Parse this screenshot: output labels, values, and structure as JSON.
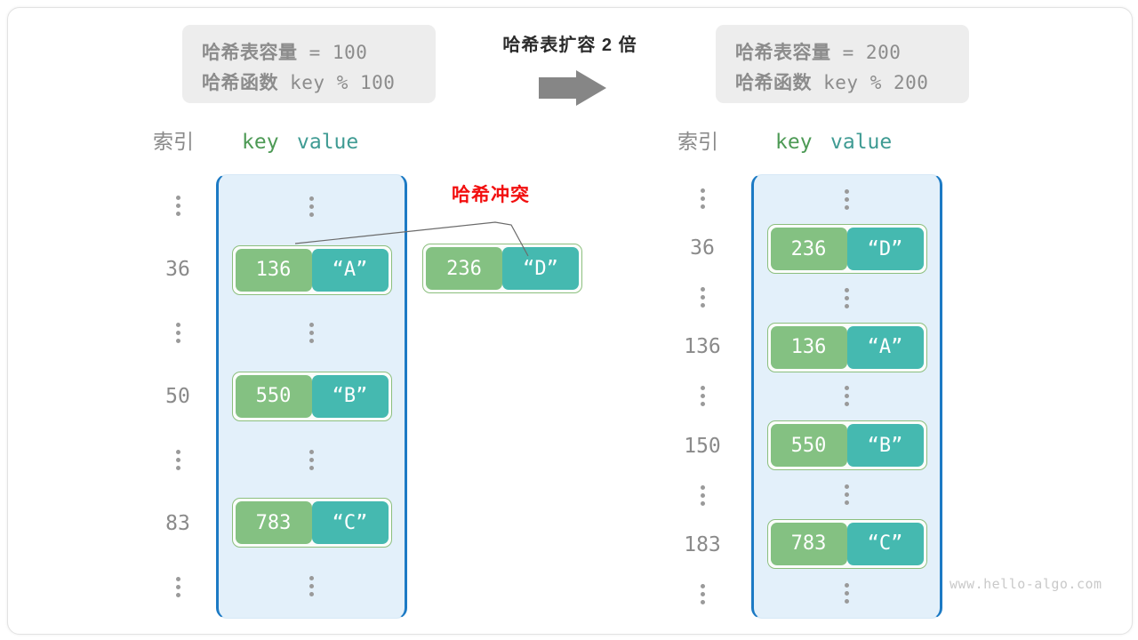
{
  "title": "哈希表扩容 2 倍",
  "colors": {
    "key_chip": "#84c182",
    "value_chip": "#45b9b0",
    "chip_border": "#8cbf7e",
    "table_bg": "#e3f0fa",
    "table_border": "#1c7ac4",
    "index_text": "#8a8a8a",
    "collision_red": "#f20f0f",
    "info_bg": "#ededed",
    "info_text": "#8c8c8c",
    "arrow_gray": "#868686",
    "watermark": "#c9c9c9"
  },
  "info_left": {
    "capacity_label": "哈希表容量",
    "capacity_expr": " = 100",
    "function_label": "哈希函数",
    "function_expr": " key % 100",
    "line1": "哈希表容量 = 100",
    "line2": "哈希函数 key % 100"
  },
  "info_right": {
    "capacity_label": "哈希表容量",
    "capacity_expr": " = 200",
    "function_label": "哈希函数",
    "function_expr": " key % 200",
    "line1": "哈希表容量 = 200",
    "line2": "哈希函数 key % 200"
  },
  "arrow": {
    "icon": "right-block-arrow-icon"
  },
  "headers": {
    "index": "索引",
    "key": "key",
    "value": "value"
  },
  "collision": {
    "label": "哈希冲突"
  },
  "left_table": {
    "caption": "哈希表容量 100",
    "indices": [
      "⋮",
      "36",
      "⋮",
      "50",
      "⋮",
      "83",
      "⋮"
    ],
    "rows": [
      {
        "type": "ellipsis"
      },
      {
        "type": "entry",
        "index": "36",
        "key": "136",
        "value": "“A”"
      },
      {
        "type": "ellipsis"
      },
      {
        "type": "entry",
        "index": "50",
        "key": "550",
        "value": "“B”"
      },
      {
        "type": "ellipsis"
      },
      {
        "type": "entry",
        "index": "83",
        "key": "783",
        "value": "“C”"
      },
      {
        "type": "ellipsis"
      }
    ]
  },
  "right_table": {
    "caption": "哈希表容量 200",
    "indices": [
      "⋮",
      "36",
      "⋮",
      "136",
      "⋮",
      "150",
      "⋮",
      "183",
      "⋮"
    ],
    "rows": [
      {
        "type": "ellipsis"
      },
      {
        "type": "entry",
        "index": "36",
        "key": "236",
        "value": "“D”"
      },
      {
        "type": "ellipsis"
      },
      {
        "type": "entry",
        "index": "136",
        "key": "136",
        "value": "“A”"
      },
      {
        "type": "ellipsis"
      },
      {
        "type": "entry",
        "index": "150",
        "key": "550",
        "value": "“B”"
      },
      {
        "type": "ellipsis"
      },
      {
        "type": "entry",
        "index": "183",
        "key": "783",
        "value": "“C”"
      },
      {
        "type": "ellipsis"
      }
    ]
  },
  "floating_entry": {
    "key": "236",
    "value": "“D”"
  },
  "watermark": "www.hello-algo.com"
}
